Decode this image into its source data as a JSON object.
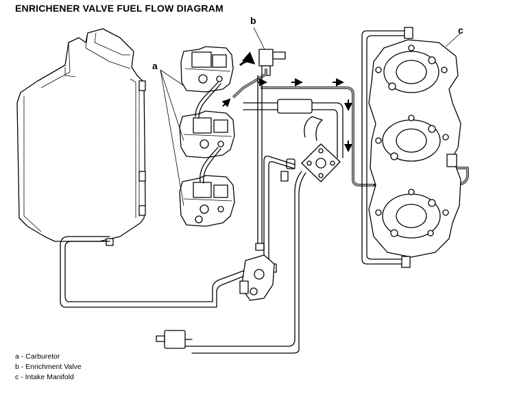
{
  "title": "ENRICHENER VALVE FUEL FLOW DIAGRAM",
  "callouts": {
    "a": "a",
    "b": "b",
    "c": "c"
  },
  "legend": [
    {
      "key": "a",
      "text": "a - Carburetor"
    },
    {
      "key": "b",
      "text": "b - Enrichment Valve"
    },
    {
      "key": "c",
      "text": "c - Intake Manifold"
    }
  ],
  "colors": {
    "line": "#000000",
    "fuel_flow_line": "#444444",
    "background": "#ffffff"
  }
}
